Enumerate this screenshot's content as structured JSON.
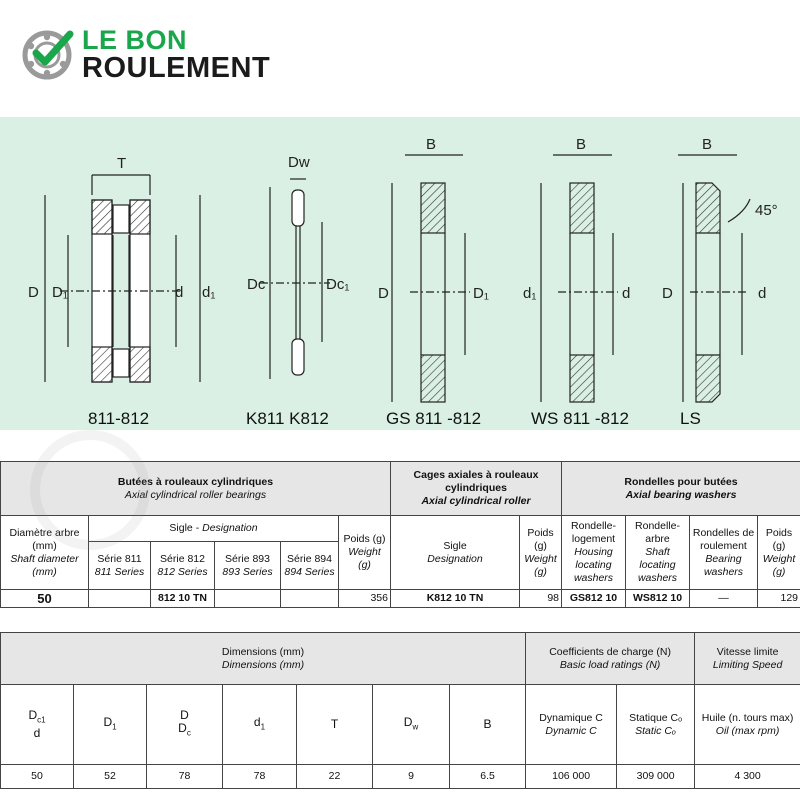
{
  "logo": {
    "line1": "LE BON",
    "line2": "ROULEMENT",
    "brand_color": "#1aa64a"
  },
  "diagram": {
    "captions": [
      "811-812",
      "K811  K812",
      "GS 811 -812",
      "WS 811 -812",
      "LS"
    ],
    "labels": {
      "T": "T",
      "D": "D",
      "D1": "D₁",
      "d": "d",
      "d1": "d₁",
      "Dw": "Dᵥᵥ",
      "Dc": "Dc",
      "Dc1": "Dc₁",
      "B": "B",
      "angle": "45°"
    }
  },
  "table1": {
    "group1_fr": "Butées à rouleaux cylindriques",
    "group1_en": "Axial cylindrical roller bearings",
    "group2_fr": "Cages axiales à rouleaux cylindriques",
    "group2_en": "Axial cylindrical roller",
    "group3_fr": "Rondelles pour butées",
    "group3_en": "Axial bearing washers",
    "shaft_fr": "Diamètre arbre (mm)",
    "shaft_en": "Shaft diameter (mm)",
    "sigle_designation_fr": "Sigle",
    "sigle_designation_en": "Designation",
    "series": [
      {
        "fr": "Série 811",
        "en": "811 Series"
      },
      {
        "fr": "Série 812",
        "en": "812 Series"
      },
      {
        "fr": "Série 893",
        "en": "893 Series"
      },
      {
        "fr": "Série 894",
        "en": "894 Series"
      }
    ],
    "weight_fr": "Poids (g)",
    "weight_en": "Weight (g)",
    "sigle2_fr": "Sigle",
    "sigle2_en": "Designation",
    "washers": [
      {
        "fr": "Rondelle-logement",
        "en": "Housing locating washers"
      },
      {
        "fr": "Rondelle-arbre",
        "en": "Shaft locating washers"
      },
      {
        "fr": "Rondelles de roulement",
        "en": "Bearing washers"
      }
    ],
    "row": {
      "shaft": "50",
      "s811": "",
      "s812": "812 10 TN",
      "s893": "",
      "s894": "",
      "weight1": "356",
      "cage": "K812 10 TN",
      "weight2": "98",
      "housing": "GS812 10",
      "shaftw": "WS812 10",
      "bearing": "—",
      "weight3": "129"
    }
  },
  "table2": {
    "dims_fr": "Dimensions (mm)",
    "dims_en": "Dimensions (mm)",
    "load_fr": "Coefficients de charge (N)",
    "load_en": "Basic load ratings (N)",
    "speed_fr": "Vitesse limite",
    "speed_en": "Limiting Speed",
    "dyn_fr": "Dynamique C",
    "dyn_en": "Dynamic C",
    "stat_fr": "Statique Cₒ",
    "stat_en": "Static Cₒ",
    "oil_fr": "Huile (n. tours max)",
    "oil_en": "Oil (max rpm)",
    "values": {
      "d": "50",
      "D1": "52",
      "D": "78",
      "d1": "78",
      "T": "22",
      "Dw": "9",
      "B": "6.5",
      "dynamic": "106 000",
      "static": "309 000",
      "oil": "4 300"
    }
  }
}
